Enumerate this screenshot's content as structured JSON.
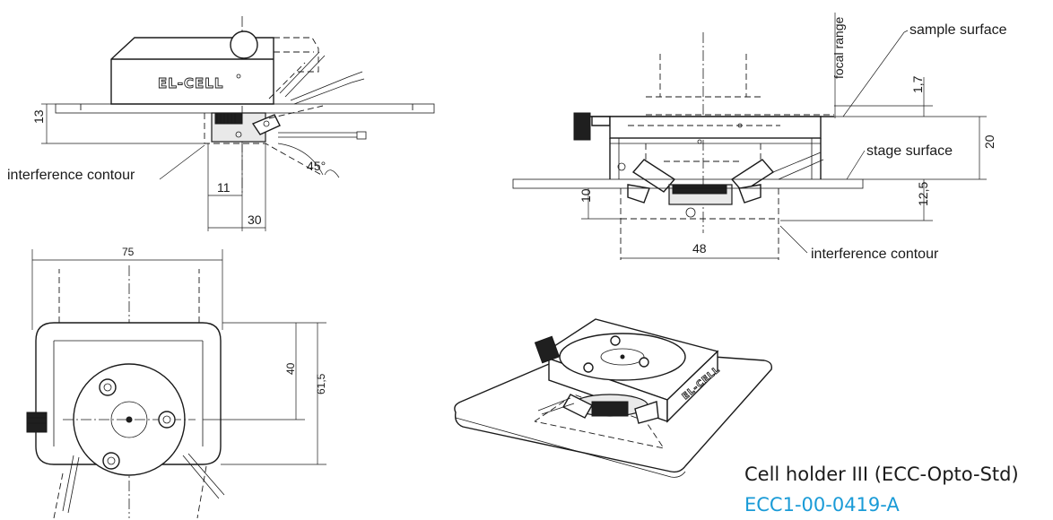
{
  "brand_logo": "EL-CELL",
  "labels": {
    "interference_contour_left": "interference contour",
    "interference_contour_right": "interference contour",
    "sample_surface": "sample surface",
    "stage_surface": "stage surface",
    "focal_range": "focal range",
    "angle": "45°"
  },
  "dimensions": {
    "side_height": "13",
    "side_offset": "11",
    "side_width": "30",
    "front_focal": "1,7",
    "front_height": "20",
    "front_below": "12,5",
    "front_left_below": "10",
    "front_width": "48",
    "top_width": "75",
    "top_inner": "40",
    "top_overall": "61,5"
  },
  "product": {
    "name": "Cell holder III (ECC-Opto-Std)",
    "code": "ECC1-00-0419-A"
  },
  "colors": {
    "line": "#1a1a1a",
    "code_text": "#1a9bd7",
    "background": "#ffffff"
  }
}
